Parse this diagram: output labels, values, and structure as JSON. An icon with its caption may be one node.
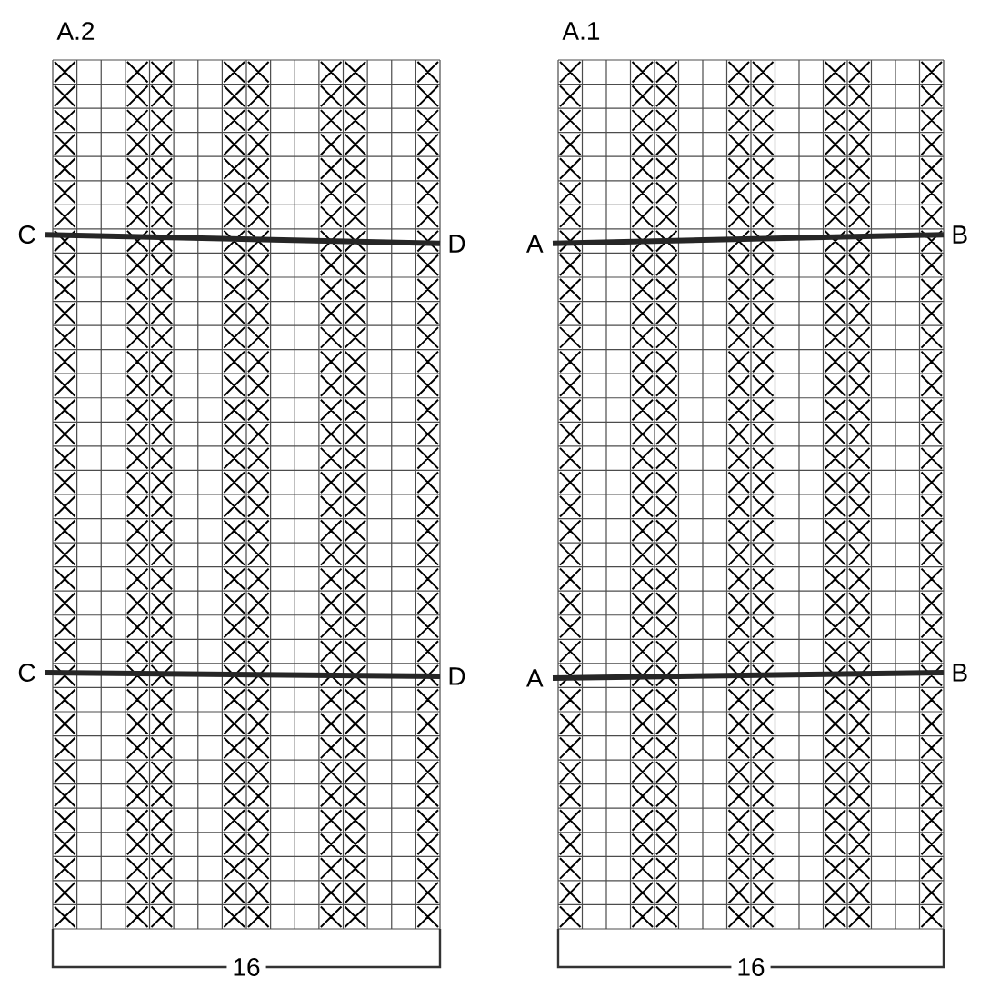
{
  "diagram": {
    "nodes": [
      {
        "text": [
          "C"
        ]
      },
      {
        "text": [
          "D"
        ]
      },
      {
        "text": [
          "C"
        ]
      },
      {
        "text": [
          "D"
        ]
      },
      {
        "text": [
          "A"
        ]
      },
      {
        "text": [
          "B"
        ]
      },
      {
        "text": [
          "A"
        ]
      },
      {
        "text": [
          "B"
        ]
      }
    ],
    "edges": [
      {
        "from": 0,
        "to": 1,
        "arrow": "none"
      },
      {
        "from": 2,
        "to": 3,
        "arrow": "none"
      },
      {
        "from": 4,
        "to": 5,
        "arrow": "none"
      },
      {
        "from": 6,
        "to": 7,
        "arrow": "none"
      }
    ],
    "labels": [
      "A.2",
      "A.1",
      "16",
      "16"
    ]
  }
}
